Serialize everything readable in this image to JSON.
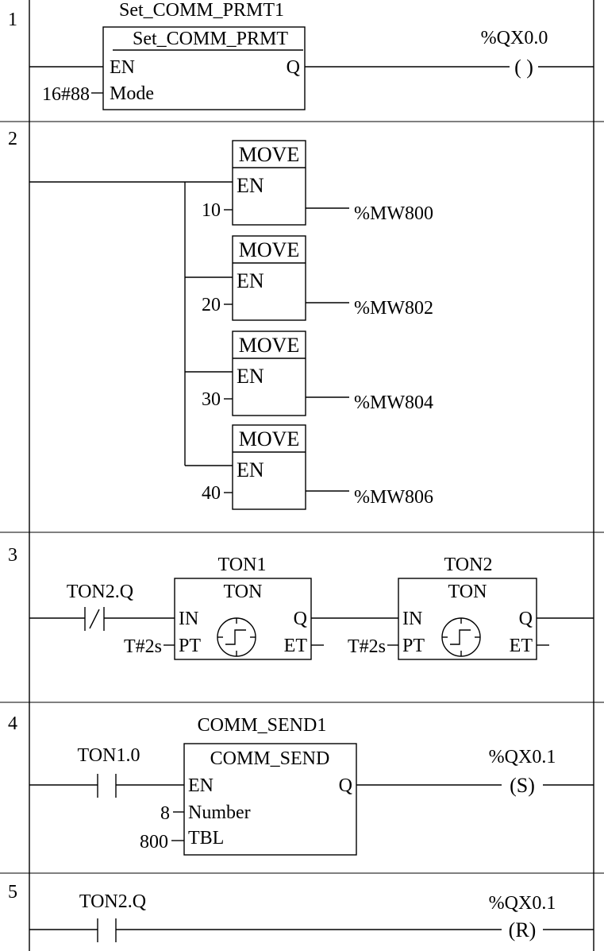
{
  "rungs": [
    {
      "number": "1",
      "instance": "Set_COMM_PRMT1",
      "block_type": "Set_COMM_PRMT",
      "pin_en": "EN",
      "pin_mode": "Mode",
      "pin_q": "Q",
      "mode_value": "16#88",
      "coil_address": "%QX0.0",
      "coil_symbol": "(   )"
    },
    {
      "number": "2",
      "moves": [
        {
          "block_type": "MOVE",
          "pin_en": "EN",
          "input": "10",
          "output": "%MW800"
        },
        {
          "block_type": "MOVE",
          "pin_en": "EN",
          "input": "20",
          "output": "%MW802"
        },
        {
          "block_type": "MOVE",
          "pin_en": "EN",
          "input": "30",
          "output": "%MW804"
        },
        {
          "block_type": "MOVE",
          "pin_en": "EN",
          "input": "40",
          "output": "%MW806"
        }
      ]
    },
    {
      "number": "3",
      "contact_label": "TON2.Q",
      "timers": [
        {
          "instance": "TON1",
          "block_type": "TON",
          "pin_in": "IN",
          "pin_pt": "PT",
          "pin_q": "Q",
          "pin_et": "ET",
          "preset": "T#2s"
        },
        {
          "instance": "TON2",
          "block_type": "TON",
          "pin_in": "IN",
          "pin_pt": "PT",
          "pin_q": "Q",
          "pin_et": "ET",
          "preset": "T#2s"
        }
      ]
    },
    {
      "number": "4",
      "instance": "COMM_SEND1",
      "block_type": "COMM_SEND",
      "contact_label": "TON1.0",
      "pin_en": "EN",
      "pin_number": "Number",
      "pin_tbl": "TBL",
      "pin_q": "Q",
      "number_value": "8",
      "tbl_value": "800",
      "coil_address": "%QX0.1",
      "coil_symbol": "(S)"
    },
    {
      "number": "5",
      "contact_label": "TON2.Q",
      "coil_address": "%QX0.1",
      "coil_symbol": "(R)"
    }
  ]
}
